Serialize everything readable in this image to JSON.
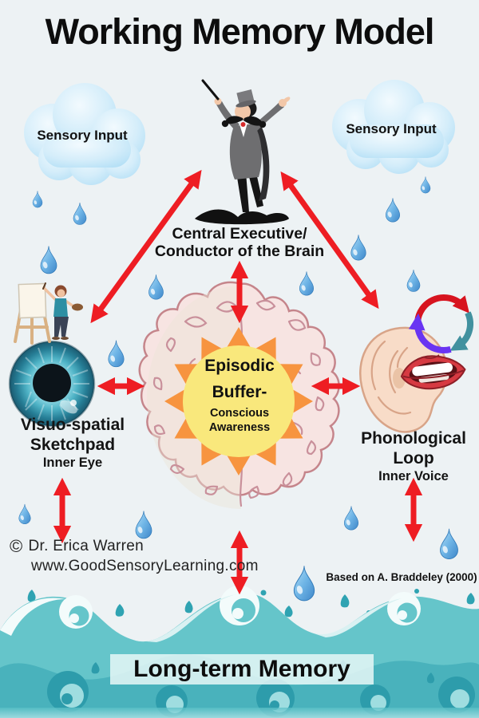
{
  "title": "Working Memory Model",
  "sensory_input_left": "Sensory Input",
  "sensory_input_right": "Sensory Input",
  "central_executive": {
    "line1": "Central Executive/",
    "line2": "Conductor of the Brain"
  },
  "episodic_buffer": {
    "line1": "Episodic",
    "line2": "Buffer-",
    "line3": "Conscious",
    "line4": "Awareness"
  },
  "visuo_spatial": {
    "line1": "Visuo-spatial",
    "line2": "Sketchpad",
    "line3": "Inner Eye"
  },
  "phonological_loop": {
    "line1": "Phonological",
    "line2": "Loop",
    "line3": "Inner Voice"
  },
  "credit": {
    "symbol": "©",
    "author": "Dr. Erica Warren",
    "website": "www.GoodSensoryLearning.com"
  },
  "attribution": "Based on A. Braddeley (2000)",
  "long_term_memory": "Long-term Memory",
  "colors": {
    "arrow_red": "#ee1d23",
    "cloud_blue": "#bfe4f7",
    "raindrop_blue": "#5ba3dd",
    "brain_pink": "#f7e4e2",
    "sun_orange": "#f7943f",
    "sun_yellow": "#f9e87c",
    "eye_teal": "#2d89a0",
    "wave_teal": "#65c5ca",
    "cycle_red": "#d7141f",
    "cycle_teal": "#41919f",
    "cycle_purple": "#6934f2"
  }
}
